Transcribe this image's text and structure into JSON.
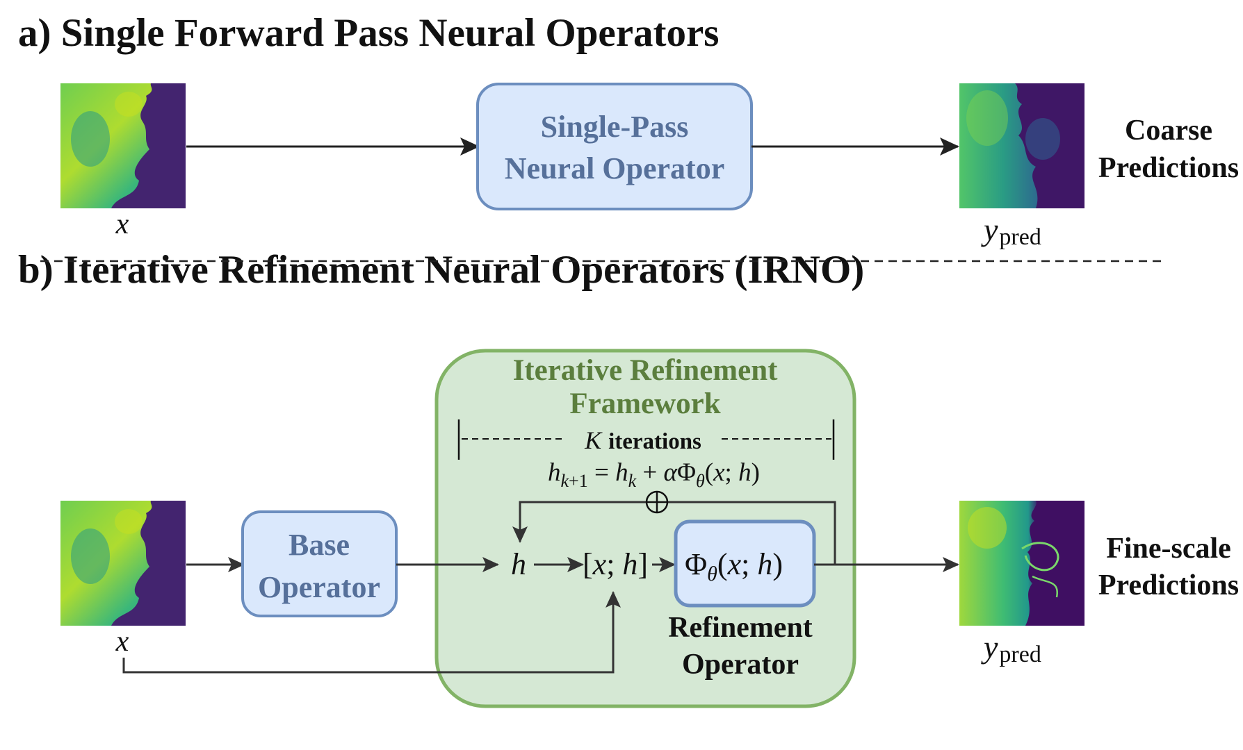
{
  "section_a": {
    "title": "a) Single Forward Pass Neural Operators",
    "input_label": "x",
    "box_line1": "Single-Pass",
    "box_line2": "Neural Operator",
    "output_label_main": "y",
    "output_label_sub": "pred",
    "result_line1": "Coarse",
    "result_line2": "Predictions"
  },
  "section_b": {
    "title": "b) Iterative Refinement Neural Operators (IRNO)",
    "input_label": "x",
    "base_line1": "Base",
    "base_line2": "Operator",
    "framework_line1": "Iterative Refinement",
    "framework_line2": "Framework",
    "iter_k": "K",
    "iter_text": "iterations",
    "update_rule": "h_{k+1} = h_k + αΦ_θ(x; h)",
    "oplus": "⊕",
    "h_node": "h",
    "concat_node": "[x; h]",
    "phi_box": "Φθ(x; h)",
    "refine_line1": "Refinement",
    "refine_line2": "Operator",
    "output_label_main": "y",
    "output_label_sub": "pred",
    "result_line1": "Fine-scale",
    "result_line2": "Predictions"
  },
  "colors": {
    "blue_box_fill": "#dae8fc",
    "blue_box_stroke": "#6c8ebf",
    "blue_text": "#56709a",
    "green_fill": "#d5e8d4",
    "green_stroke": "#82b366",
    "green_text": "#5b7e3d",
    "arrow": "#222222"
  },
  "icons": [
    "fluid-field-image",
    "arrow-right-icon",
    "oplus-icon",
    "bracket-icon"
  ]
}
